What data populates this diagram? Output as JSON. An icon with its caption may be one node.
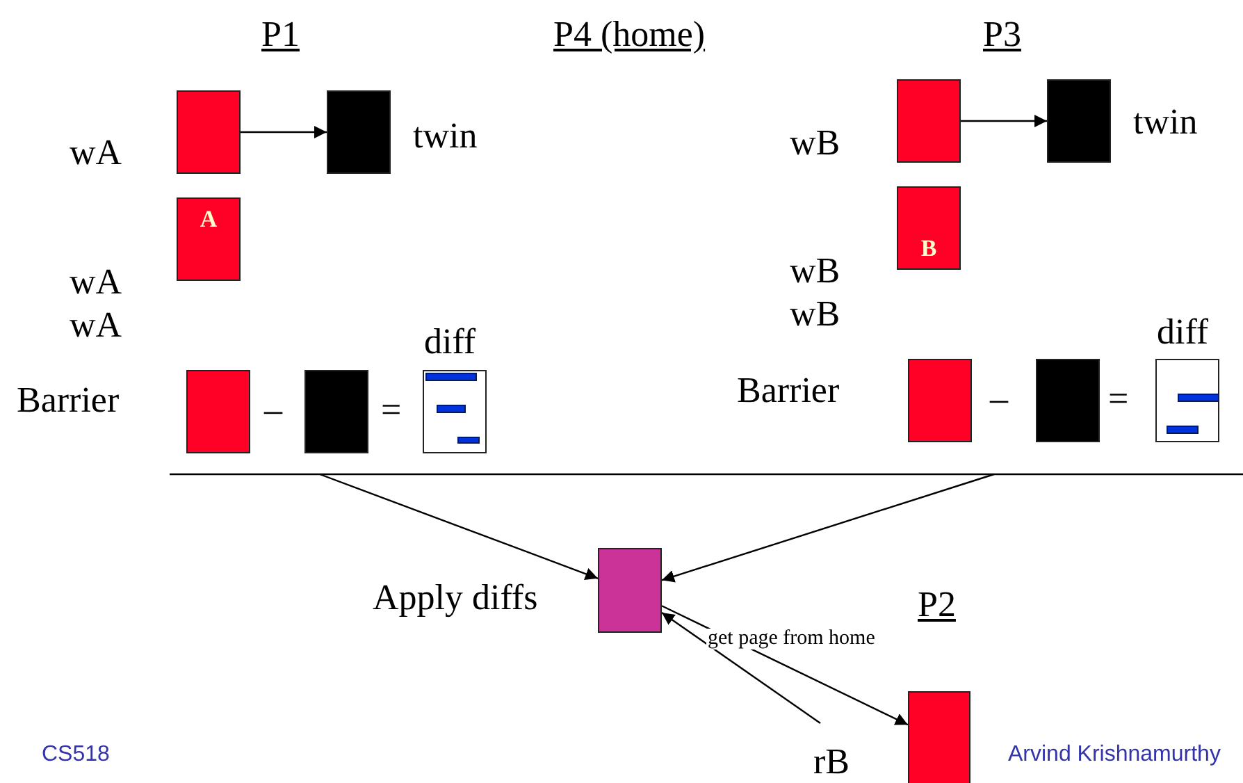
{
  "diagram": {
    "nodes": [
      {
        "text": [],
        "shape": "box"
      },
      {
        "text": [],
        "shape": "box",
        "beside": [
          "twin"
        ]
      },
      {
        "text": [
          "A"
        ]
      },
      {
        "text": [],
        "shape": "box"
      },
      {
        "text": [],
        "shape": "box"
      },
      {
        "text": [],
        "shape": "box",
        "beside": [
          "diff"
        ]
      },
      {
        "text": [],
        "shape": "box"
      },
      {
        "text": [],
        "shape": "box",
        "beside": [
          "twin"
        ]
      },
      {
        "text": [
          "B"
        ]
      },
      {
        "text": [],
        "shape": "box"
      },
      {
        "text": [],
        "shape": "box"
      },
      {
        "text": [],
        "shape": "box",
        "beside": [
          "diff"
        ]
      },
      {
        "text": [],
        "shape": "box",
        "beside": [
          "Apply diffs"
        ]
      },
      {
        "text": [],
        "shape": "box"
      }
    ],
    "edges": [
      {
        "from": 0,
        "to": 1,
        "arrow": "to"
      },
      {
        "from": 6,
        "to": 7,
        "arrow": "to"
      },
      {
        "from": null,
        "to": 12,
        "arrow": "to"
      },
      {
        "from": null,
        "to": 12,
        "arrow": "to"
      },
      {
        "from": 12,
        "to": 13,
        "arrow": "to",
        "label": "get page from home"
      },
      {
        "from": null,
        "to": 12,
        "arrow": "to"
      }
    ],
    "labels": [
      "P1",
      "P4 (home)",
      "P3",
      "wA",
      "wB",
      "wA",
      "wB",
      "wA",
      "wB",
      "Barrier",
      "Barrier",
      "–",
      "=",
      "–",
      "=",
      "P2",
      "CS518",
      "rB",
      "Arvind Krishnamurthy"
    ]
  }
}
